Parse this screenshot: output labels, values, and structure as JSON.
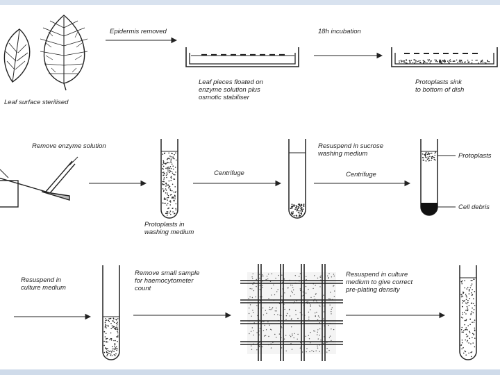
{
  "labels": {
    "leaf_surface_sterilised": "Leaf surface sterilised",
    "epidermis_removed": "Epidermis removed",
    "leaf_pieces_line1": "Leaf pieces floated on",
    "leaf_pieces_line2": "enzyme solution plus",
    "leaf_pieces_line3": "osmotic stabiliser",
    "incubation": "18h incubation",
    "protoplasts_sink_line1": "Protoplasts sink",
    "protoplasts_sink_line2": "to bottom of dish",
    "remove_enzyme": "Remove enzyme solution",
    "protoplasts_in_line1": "Protoplasts in",
    "protoplasts_in_line2": "washing medium",
    "centrifuge_1": "Centrifuge",
    "resuspend_sucrose_line1": "Resuspend in sucrose",
    "resuspend_sucrose_line2": "washing medium",
    "centrifuge_2": "Centrifuge",
    "protoplasts": "Protoplasts",
    "cell_debris": "Cell debris",
    "resuspend_culture_line1": "Resuspend in",
    "resuspend_culture_line2": "culture medium",
    "remove_sample_line1": "Remove small sample",
    "remove_sample_line2": "for haemocytometer",
    "remove_sample_line3": "count",
    "resuspend_density_line1": "Resuspend in culture",
    "resuspend_density_line2": "medium to give correct",
    "resuspend_density_line3": "pre-plating density"
  },
  "colors": {
    "ink": "#222222",
    "band": "#d8e2ef"
  }
}
